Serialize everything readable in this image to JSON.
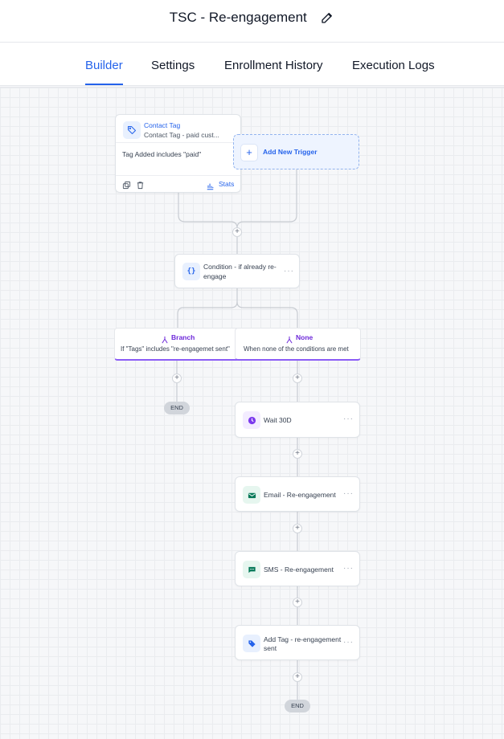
{
  "header": {
    "title": "TSC - Re-engagement"
  },
  "tabs": [
    {
      "label": "Builder"
    },
    {
      "label": "Settings"
    },
    {
      "label": "Enrollment History"
    },
    {
      "label": "Execution Logs"
    }
  ],
  "trigger": {
    "title": "Contact Tag",
    "subtitle": "Contact Tag - paid cust...",
    "filter": "Tag Added includes \"paid\"",
    "stats_label": "Stats"
  },
  "add_trigger": {
    "label": "Add New Trigger"
  },
  "condition": {
    "label_line1": "Condition - if already re-",
    "label_line2": "engage"
  },
  "branches": [
    {
      "title": "Branch",
      "description": "If \"Tags\" includes \"re-engagemet sent\""
    },
    {
      "title": "None",
      "description": "When none of the conditions are met"
    }
  ],
  "end_label": "END",
  "actions": [
    {
      "label": "Wait 30D",
      "icon": "clock-icon",
      "color": "#7c3aed"
    },
    {
      "label": "Email - Re-engagement",
      "icon": "email-icon",
      "color": "#047857"
    },
    {
      "label": "SMS - Re-engagement",
      "icon": "sms-icon",
      "color": "#047857"
    },
    {
      "label_line1": "Add Tag - re-engagement",
      "label_line2": "sent",
      "icon": "tag-icon",
      "color": "#2563eb"
    }
  ],
  "colors": {
    "accent": "#2563eb",
    "branch": "#8b5cf6"
  }
}
